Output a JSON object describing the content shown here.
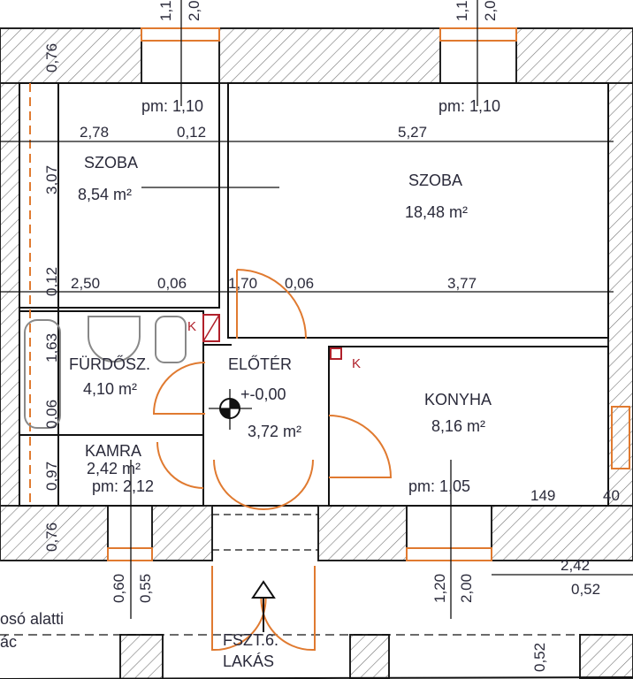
{
  "rooms": {
    "szoba_left": {
      "name": "SZOBA",
      "area": "8,54 m²"
    },
    "szoba_right": {
      "name": "SZOBA",
      "area": "18,48 m²"
    },
    "furdo": {
      "name": "FÜRDŐSZ.",
      "area": "4,10 m²"
    },
    "eloter": {
      "name": "ELŐTÉR",
      "level": "+-0,00",
      "area": "3,72 m²"
    },
    "konyha": {
      "name": "KONYHA",
      "area": "8,16 m²",
      "pm": "pm: 1,05"
    },
    "kamra": {
      "name": "KAMRA",
      "area": "2,42 m²",
      "pm": "pm: 2,12"
    }
  },
  "parapets": {
    "left": "pm: 1,10",
    "right": "pm: 1,10"
  },
  "dims_h": {
    "a": "2,78",
    "b": "0,12",
    "c": "5,27",
    "d": "2,50",
    "e": "0,06",
    "f": "1,70",
    "g": "0,06",
    "h": "3,77",
    "i": "149",
    "j": "40",
    "k": "2,42",
    "l": "0,52"
  },
  "dims_v": {
    "top_l1": "1,1",
    "top_l2": "2,0",
    "top_r1": "1,1",
    "top_r2": "2,0",
    "l1": "0,76",
    "l2": "3,07",
    "l3": "0,12",
    "l4": "1,63",
    "l5": "0,06",
    "l6": "0,97",
    "l7": "0,76",
    "w1": "0,60",
    "w2": "0,55",
    "w3": "1,20",
    "w4": "2,00",
    "w5": "0,52"
  },
  "markers": {
    "k1": "K",
    "k2": "K"
  },
  "corridor": {
    "line1": "osó alatti",
    "line2": "ác"
  },
  "unit": {
    "line1": "FSZT.6.",
    "line2": "LAKÁS"
  },
  "colors": {
    "door": "#e07a30",
    "chimney": "#b0202a"
  }
}
